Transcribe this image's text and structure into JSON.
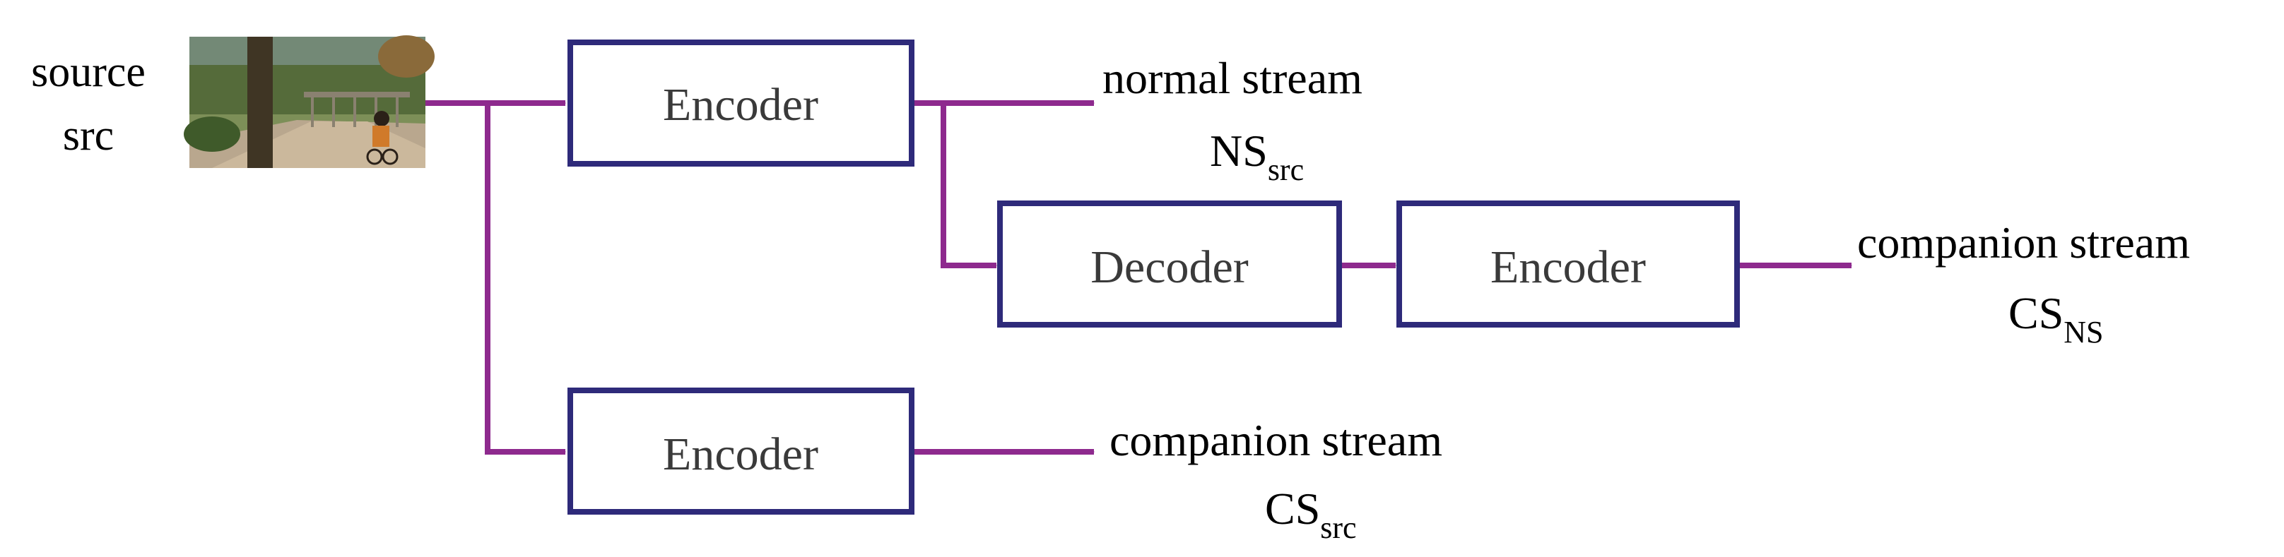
{
  "source": {
    "line1": "source",
    "line2": "src"
  },
  "blocks": {
    "encoder_top": "Encoder",
    "decoder": "Decoder",
    "encoder_mid": "Encoder",
    "encoder_bottom": "Encoder"
  },
  "outputs": {
    "normal_stream": {
      "label": "normal stream",
      "symbol": "NS",
      "subscript": "src"
    },
    "companion_ns": {
      "label": "companion stream",
      "symbol": "CS",
      "subscript": "NS"
    },
    "companion_src": {
      "label": "companion stream",
      "symbol": "CS",
      "subscript": "src"
    }
  },
  "colors": {
    "arrow": "#8e2a8e",
    "box_border": "#2e2a7a",
    "text": "#000000",
    "block_text": "#3a3a3a"
  }
}
